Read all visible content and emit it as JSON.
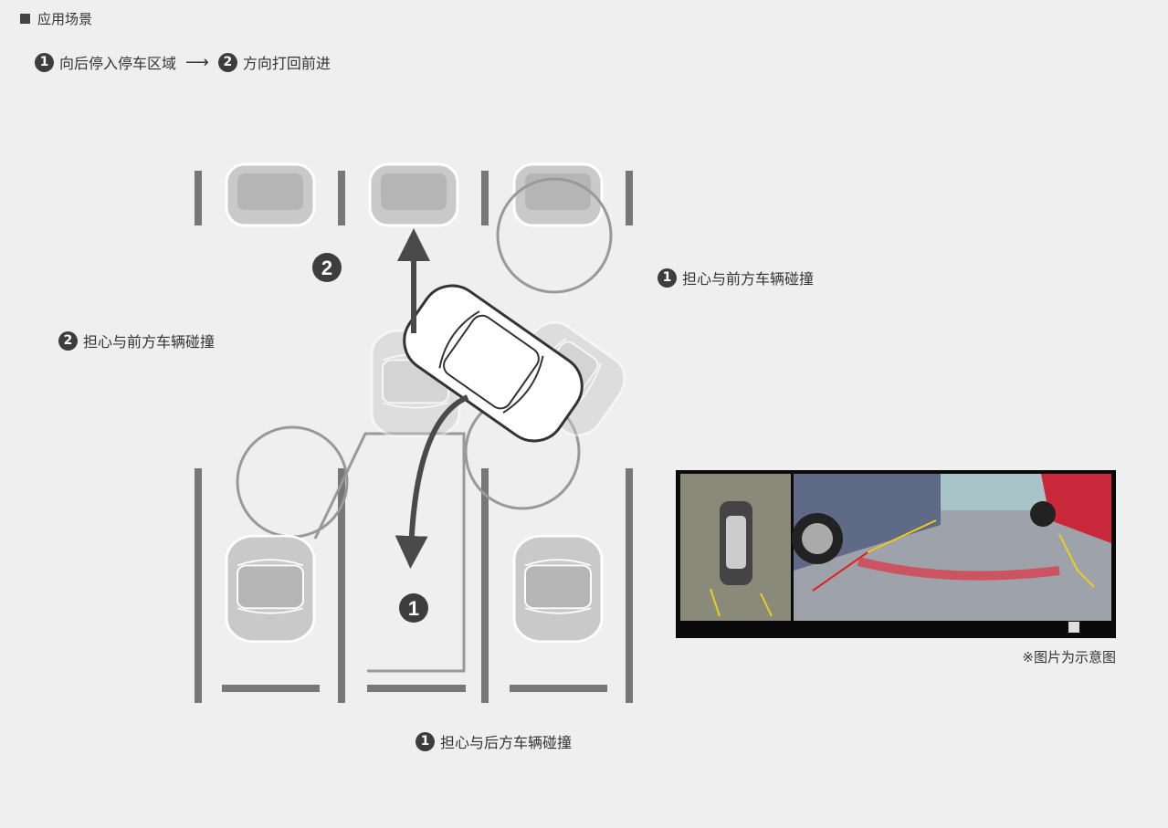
{
  "section_title": "应用场景",
  "steps": {
    "step1_num": "1",
    "step1_label": "向后停入停车区域",
    "arrow": "⟶",
    "step2_num": "2",
    "step2_label": "方向打回前进"
  },
  "diagram": {
    "marker_2": "2",
    "marker_1": "1"
  },
  "callouts": [
    {
      "num": "1",
      "text": "担心与前方车辆碰撞"
    },
    {
      "num": "2",
      "text": "担心与前方车辆碰撞"
    },
    {
      "num": "1",
      "text": "担心与后方车辆碰撞"
    }
  ],
  "caption": "※图片为示意图",
  "colors": {
    "background": "#efefef",
    "dark": "#3d3d3d",
    "line": "#777777",
    "car": "#c8c8c8"
  }
}
